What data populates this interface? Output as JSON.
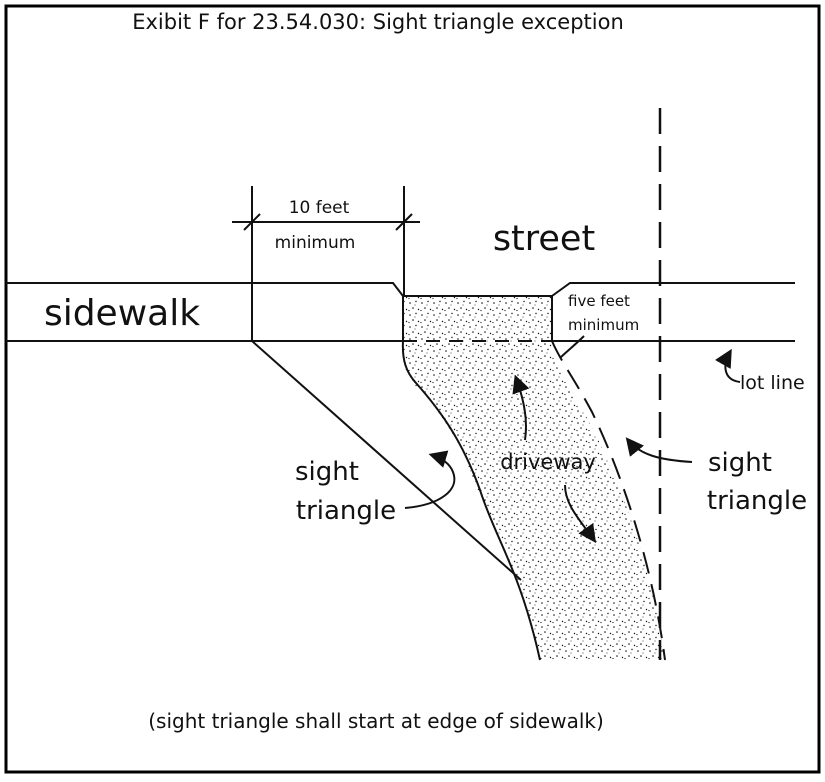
{
  "title": "Exibit F for 23.54.030: Sight triangle exception",
  "labels": {
    "dimension_top": "10 feet",
    "dimension_bottom": "minimum",
    "street": "street",
    "sidewalk": "sidewalk",
    "five_feet_line1": "five feet",
    "five_feet_line2": "minimum",
    "lot_line": "lot line",
    "driveway": "driveway",
    "sight_left_line1": "sight",
    "sight_left_line2": "triangle",
    "sight_right_line1": "sight",
    "sight_right_line2": "triangle"
  },
  "footnote": "(sight triangle shall start at edge of sidewalk)",
  "colors": {
    "ink": "#111111",
    "background": "#ffffff",
    "border": "#000000"
  }
}
